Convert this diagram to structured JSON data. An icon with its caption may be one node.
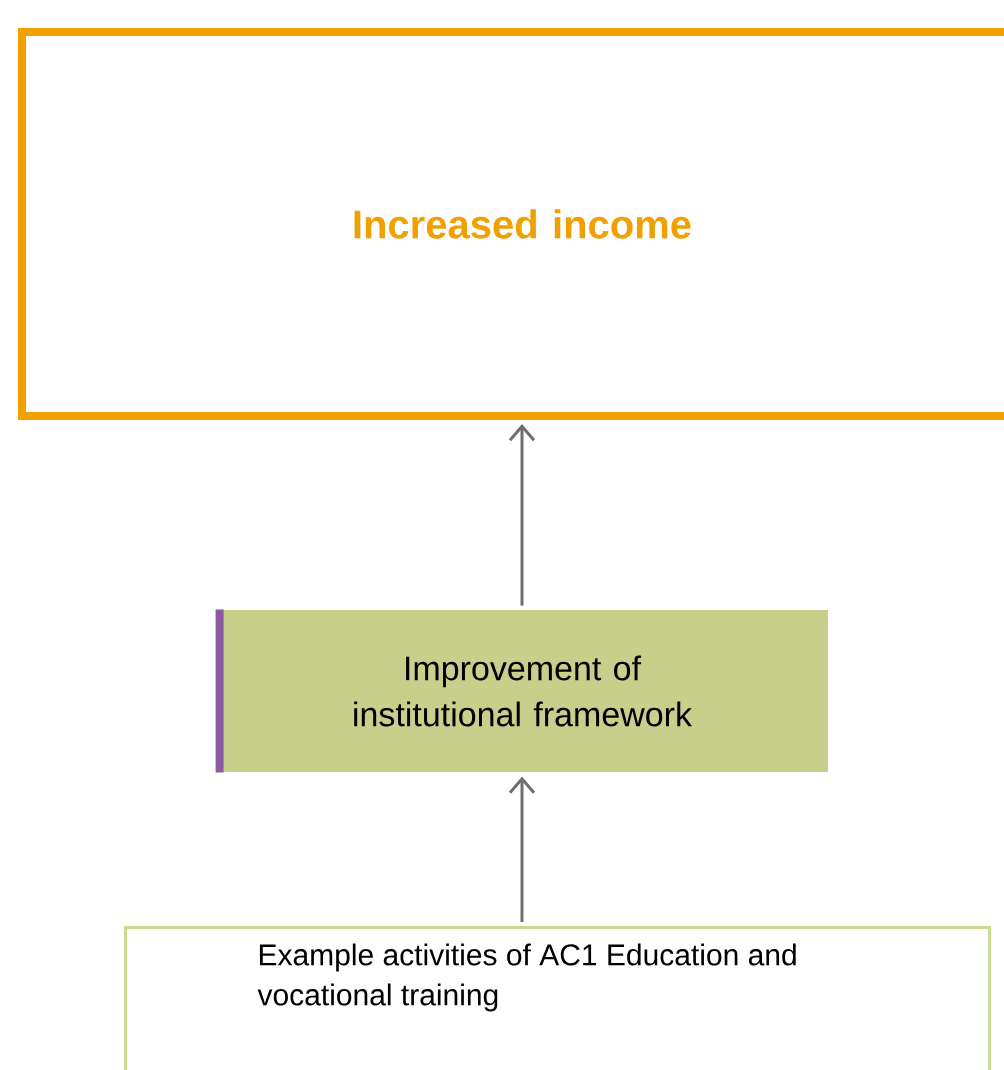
{
  "diagram": {
    "nodes": [
      {
        "text": [
          "Increased income"
        ]
      },
      {
        "text": [
          "Improvement of institutional framework"
        ]
      },
      {
        "text": [
          "Example activities of AC1 Education and vocational training"
        ]
      }
    ],
    "edges": [
      {
        "from": 1,
        "to": 0,
        "arrow": "to"
      },
      {
        "from": 2,
        "to": 1,
        "arrow": "to"
      }
    ]
  }
}
